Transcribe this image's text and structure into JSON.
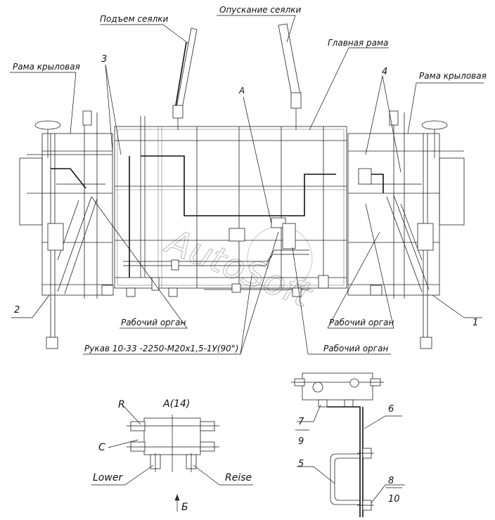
{
  "labels": {
    "lift": "Подъем сеялки",
    "lower_seeder": "Опускание сеялки",
    "main_frame": "Главная рама",
    "wing_left": "Рама крыловая",
    "wing_right": "Рама крыловая",
    "view_a": "А",
    "working_organ_left": "Рабочий орган",
    "working_organ_right": "Рабочий орган",
    "working_organ_bottom": "Рабочий орган",
    "hose": "Рукав 10-33 -2250-М20х1,5-1У(90°)",
    "detail_title": "А(14)",
    "port_r": "R",
    "port_c": "C",
    "port_lower": "Lower",
    "port_raise": "Reise",
    "view_b": "Б",
    "watermark": "AutoSoft"
  },
  "callouts": [
    "1",
    "2",
    "3",
    "4",
    "5",
    "6",
    "7",
    "9",
    "8",
    "10"
  ]
}
